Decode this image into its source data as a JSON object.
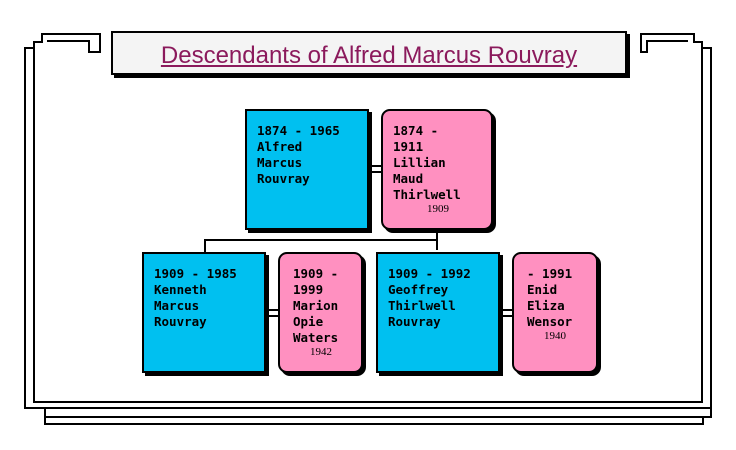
{
  "title": "Descendants of Alfred Marcus Rouvray",
  "colors": {
    "male": "#00c0f0",
    "female": "#ff90c0",
    "title": "#8b1a5c"
  },
  "people": {
    "alfred": {
      "lines": [
        "1874 - 1965",
        "Alfred",
        "Marcus",
        "Rouvray"
      ]
    },
    "lillian": {
      "lines": [
        "1874 -",
        "1911",
        "Lillian",
        "Maud",
        "Thirlwell"
      ],
      "marriage_year": "1909"
    },
    "kenneth": {
      "lines": [
        "1909 - 1985",
        "Kenneth",
        "Marcus",
        "Rouvray"
      ]
    },
    "marion": {
      "lines": [
        "1909 -",
        "1999",
        "Marion",
        "Opie",
        "Waters"
      ],
      "marriage_year": "1942"
    },
    "geoffrey": {
      "lines": [
        "1909 - 1992",
        "Geoffrey",
        "Thirlwell",
        "Rouvray"
      ]
    },
    "enid": {
      "lines": [
        "- 1991",
        "Enid",
        "Eliza",
        "Wensor"
      ],
      "marriage_year": "1940"
    }
  }
}
